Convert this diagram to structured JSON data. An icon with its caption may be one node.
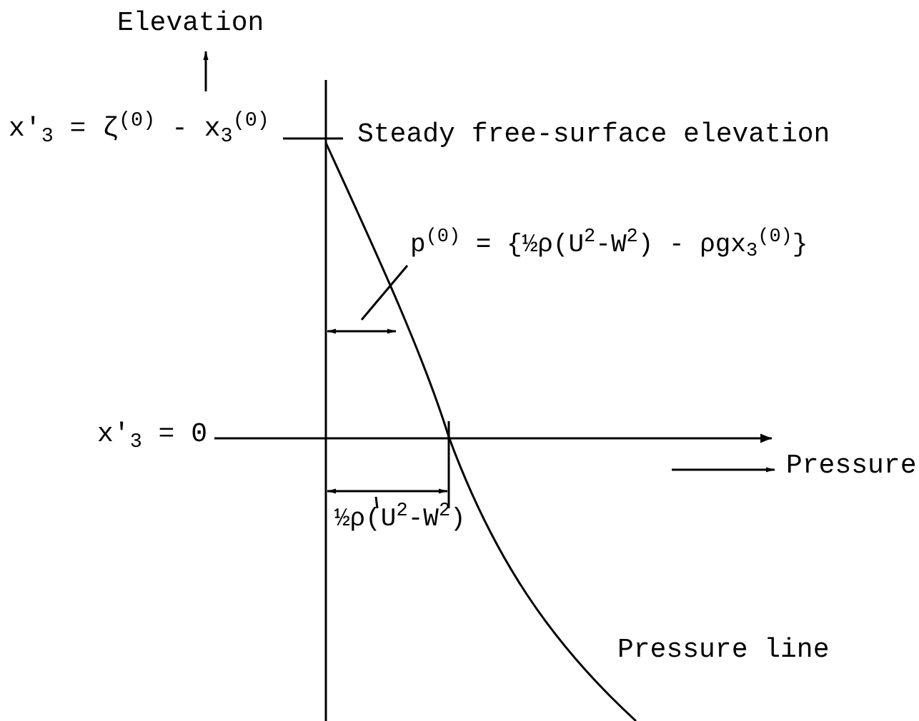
{
  "diagram": {
    "nodes": [
      {
        "text": [
          "p$^{(0)}$ = {½ρ(U$^{2}$-W$^{2}$) - ρgx$_{3}$$^{(0)}$}"
        ]
      },
      {
        "text": [
          "½ρ(U$^{2}$-W$^{2}$)"
        ]
      }
    ],
    "edges": [
      {
        "from": 0,
        "to": null,
        "arrow": "none"
      },
      {
        "from": 1,
        "to": null,
        "arrow": "none"
      }
    ],
    "labels": [
      "Elevation",
      "x'$_{3}$ = ζ$^{(0)}$ - x$_{3}$$^{(0)}$",
      "Steady free-surface elevation",
      "x'$_{3}$ = 0",
      "Pressure",
      "Pressure line"
    ]
  }
}
